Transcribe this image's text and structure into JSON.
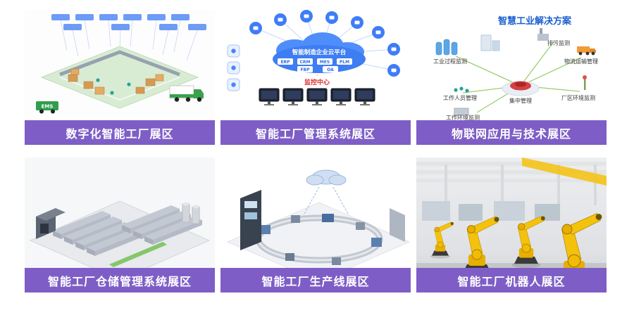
{
  "colors": {
    "banner": "#7e5ec6",
    "iot_title_blue": "#1a5fd0",
    "alert_red": "#e03131",
    "robot_yellow": "#f4c20d",
    "cloud_blue": "#4a8af8",
    "factory_green": "#2f9e4f"
  },
  "cards": [
    {
      "label": "数字化智能工厂展区",
      "truck_logo": "EMS"
    },
    {
      "label": "智能工厂管理系统展区",
      "cloud_title": "智能制造企业云平台",
      "modules": [
        "ERP",
        "CRM",
        "MES",
        "PLM",
        "FBP",
        "OA"
      ],
      "monitor_label": "监控中心"
    },
    {
      "label": "物联网应用与技术展区",
      "title": "智慧工业解决方案",
      "nodes": [
        "工业过程监测",
        "排污监测",
        "物流运输管理",
        "工作人员管理",
        "集中管理",
        "厂区环境监测",
        "工作环境监测"
      ]
    },
    {
      "label": "智能工厂仓储管理系统展区"
    },
    {
      "label": "智能工厂生产线展区"
    },
    {
      "label": "智能工厂机器人展区"
    }
  ]
}
